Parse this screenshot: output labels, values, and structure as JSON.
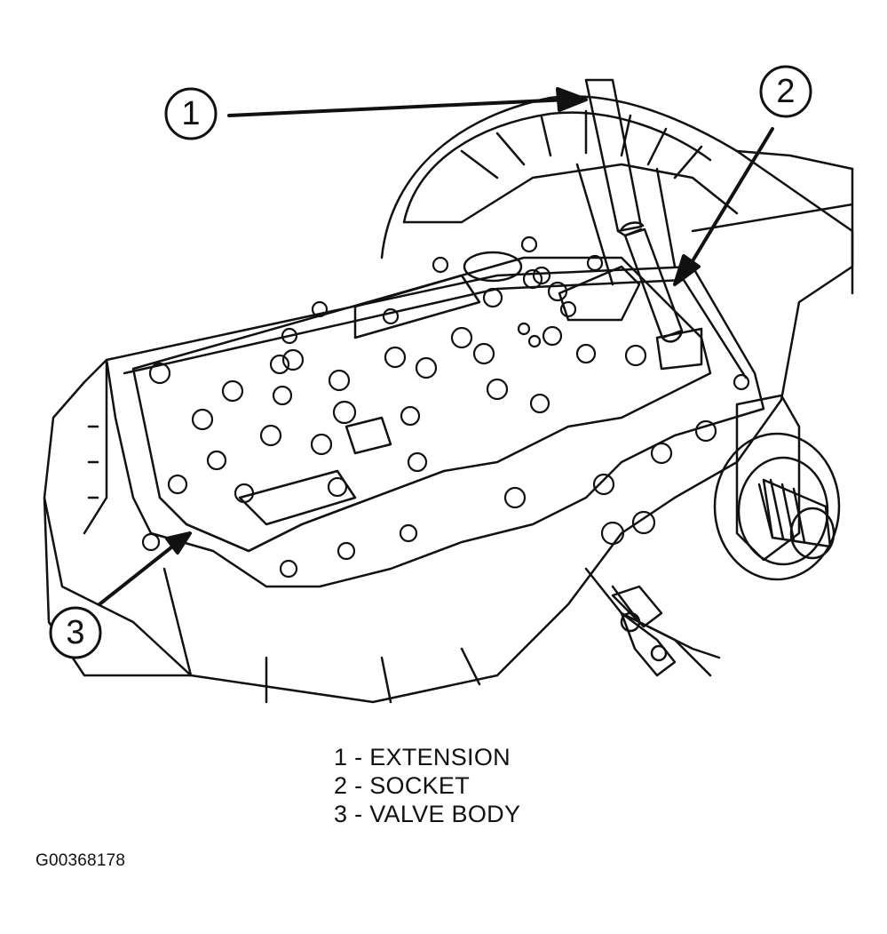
{
  "callouts": [
    {
      "number": "1",
      "label": "EXTENSION"
    },
    {
      "number": "2",
      "label": "SOCKET"
    },
    {
      "number": "3",
      "label": "VALVE BODY"
    }
  ],
  "legend": [
    "1 - EXTENSION",
    "2 - SOCKET",
    "3 - VALVE BODY"
  ],
  "figure_id": "G00368178"
}
